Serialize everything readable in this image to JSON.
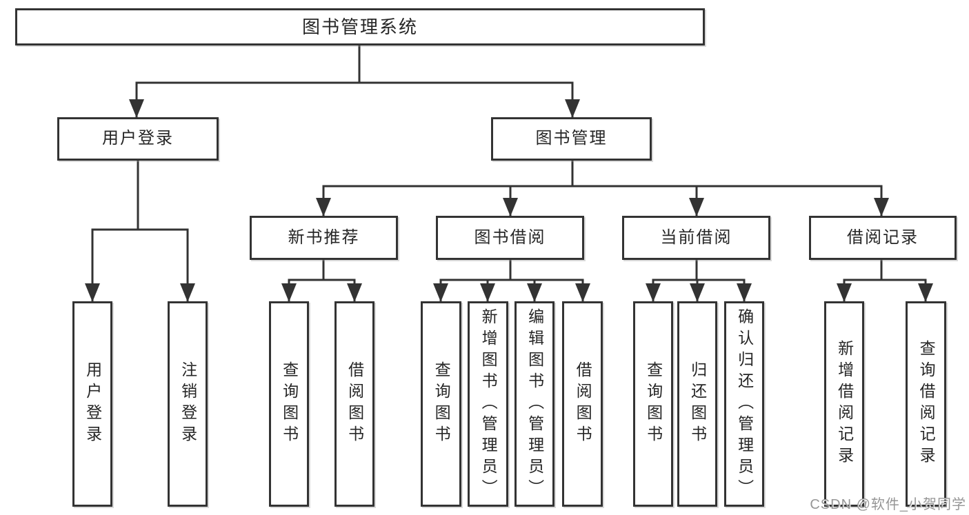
{
  "tree": {
    "label": "图书管理系统",
    "children": [
      {
        "label": "用户登录",
        "children": [
          {
            "label": "用户登录"
          },
          {
            "label": "注销登录"
          }
        ]
      },
      {
        "label": "图书管理",
        "children": [
          {
            "label": "新书推荐",
            "children": [
              {
                "label": "查询图书"
              },
              {
                "label": "借阅图书"
              }
            ]
          },
          {
            "label": "图书借阅",
            "children": [
              {
                "label": "查询图书"
              },
              {
                "label": "新增图书（管理员）"
              },
              {
                "label": "编辑图书（管理员）"
              },
              {
                "label": "借阅图书"
              }
            ]
          },
          {
            "label": "当前借阅",
            "children": [
              {
                "label": "查询图书"
              },
              {
                "label": "归还图书"
              },
              {
                "label": "确认归还（管理员）"
              }
            ]
          },
          {
            "label": "借阅记录",
            "children": [
              {
                "label": "新增借阅记录"
              },
              {
                "label": "查询借阅记录"
              }
            ]
          }
        ]
      }
    ]
  },
  "watermark": {
    "text": "CSDN @软件_小贺同学"
  },
  "colors": {
    "line": "#333333",
    "box_border": "#333333",
    "text": "#262626",
    "background": "#ffffff",
    "watermark": "#969696"
  }
}
